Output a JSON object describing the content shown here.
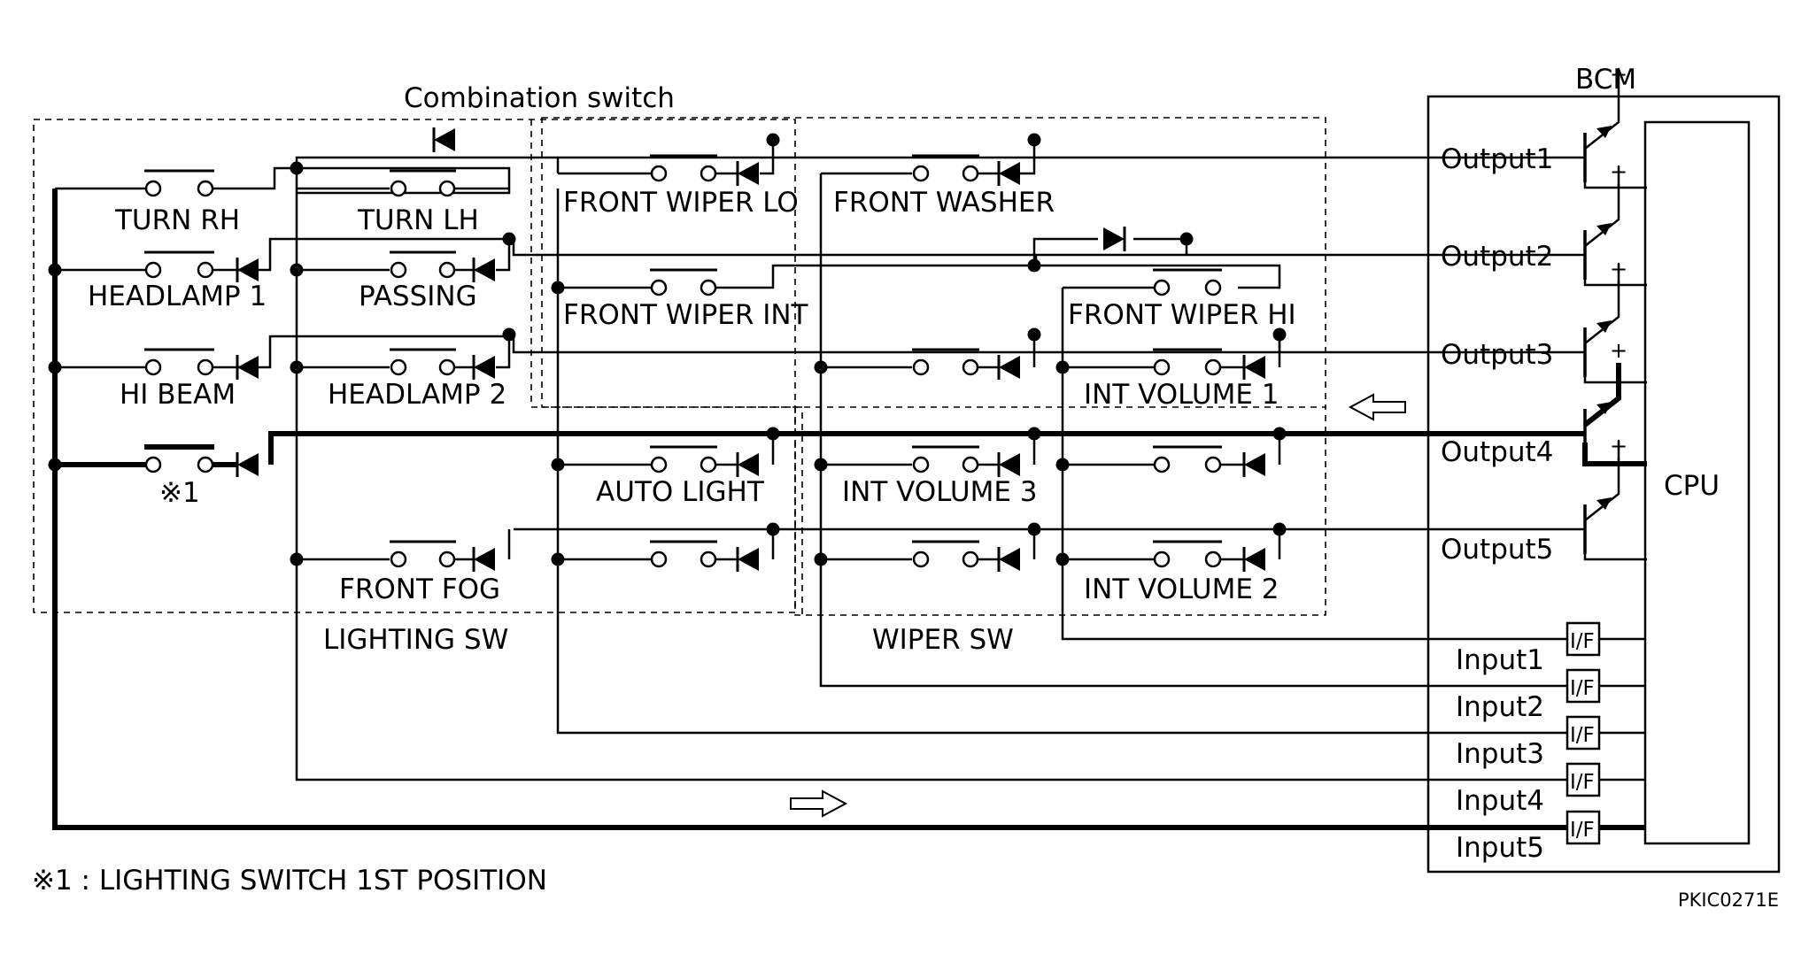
{
  "combination_switch_title": "Combination switch",
  "bcm_title": "BCM",
  "cpu_label": "CPU",
  "outputs": [
    "Output1",
    "Output2",
    "Output3",
    "Output4",
    "Output5"
  ],
  "inputs": [
    "Input1",
    "Input2",
    "Input3",
    "Input4",
    "Input5"
  ],
  "if_label": "I/F",
  "plus_sign": "+",
  "lighting_switches": {
    "turn_rh": "TURN RH",
    "turn_lh": "TURN LH",
    "headlamp1": "HEADLAMP 1",
    "passing": "PASSING",
    "hi_beam": "HI BEAM",
    "headlamp2": "HEADLAMP 2",
    "pos1_mark": "※1",
    "auto_light": "AUTO LIGHT",
    "front_fog": "FRONT FOG"
  },
  "wiper_switches": {
    "front_wiper_lo": "FRONT WIPER LO",
    "front_washer": "FRONT WASHER",
    "front_wiper_int": "FRONT WIPER INT",
    "front_wiper_hi": "FRONT WIPER HI",
    "int_volume_1": "INT VOLUME 1",
    "int_volume_3": "INT VOLUME 3",
    "int_volume_2": "INT VOLUME 2"
  },
  "lighting_sw_label": "LIGHTING SW",
  "wiper_sw_label": "WIPER SW",
  "footnote": "※1 : LIGHTING SWITCH 1ST POSITION",
  "figure_code": "PKIC0271E"
}
